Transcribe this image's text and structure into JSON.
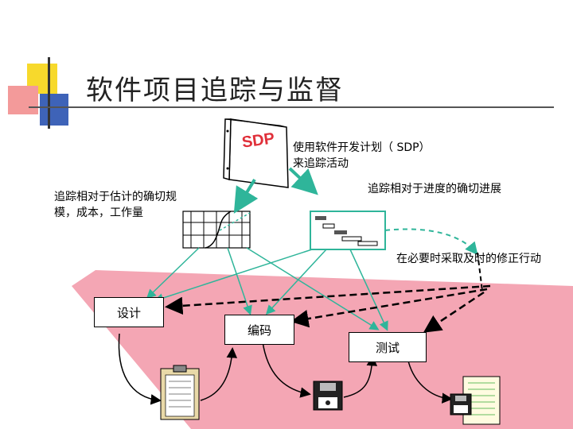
{
  "title": "软件项目追踪与监督",
  "sdp_label": "SDP",
  "labels": {
    "plan_note": "使用软件开发计划（ SDP）来追踪活动",
    "estimate_note": "追踪相对于估计的确切规模，成本，工作量",
    "schedule_note": "追踪相对于进度的确切进展",
    "corrective_note": "在必要时采取及时的修正行动"
  },
  "boxes": {
    "design": "设计",
    "coding": "编码",
    "testing": "测试"
  },
  "colors": {
    "accent_yellow": "#f7d92c",
    "accent_red": "#ef6b6b",
    "accent_blue": "#3e63b8",
    "arrow_green": "#2fb59a",
    "pink_band": "#f4a6b4"
  }
}
